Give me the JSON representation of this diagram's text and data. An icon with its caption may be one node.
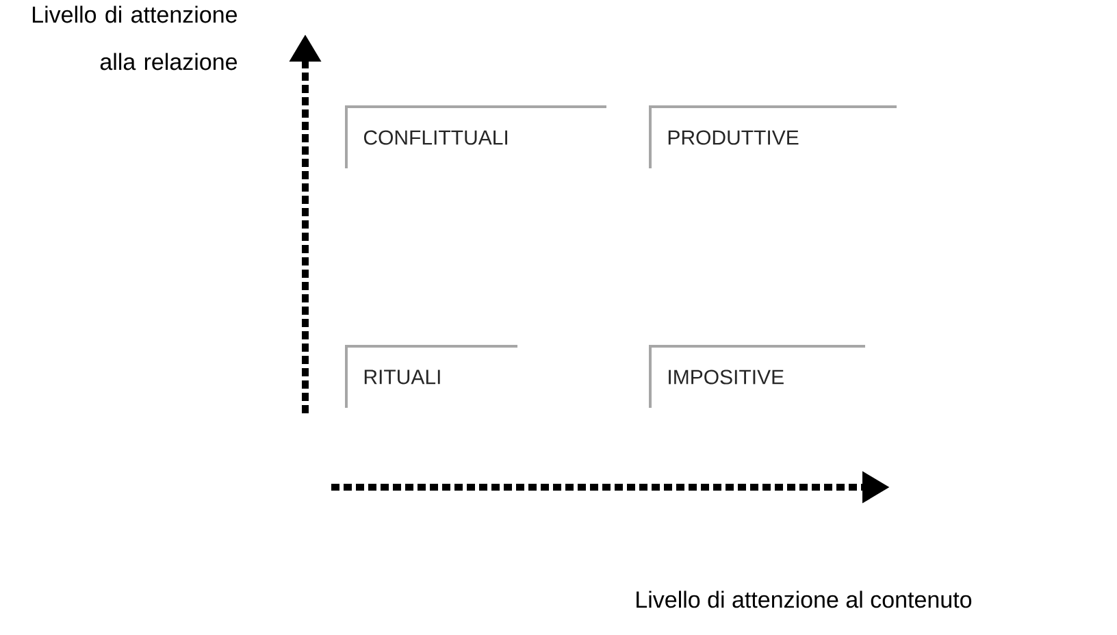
{
  "diagram": {
    "nodes": [
      {
        "text": [
          "CONFLITTUALI"
        ]
      },
      {
        "text": [
          "PRODUTTIVE"
        ]
      },
      {
        "text": [
          "RITUALI"
        ]
      },
      {
        "text": [
          "IMPOSITIVE"
        ]
      }
    ],
    "labels": [
      "Livello di attenzione alla relazione",
      "Livello di attenzione al contenuto"
    ]
  }
}
